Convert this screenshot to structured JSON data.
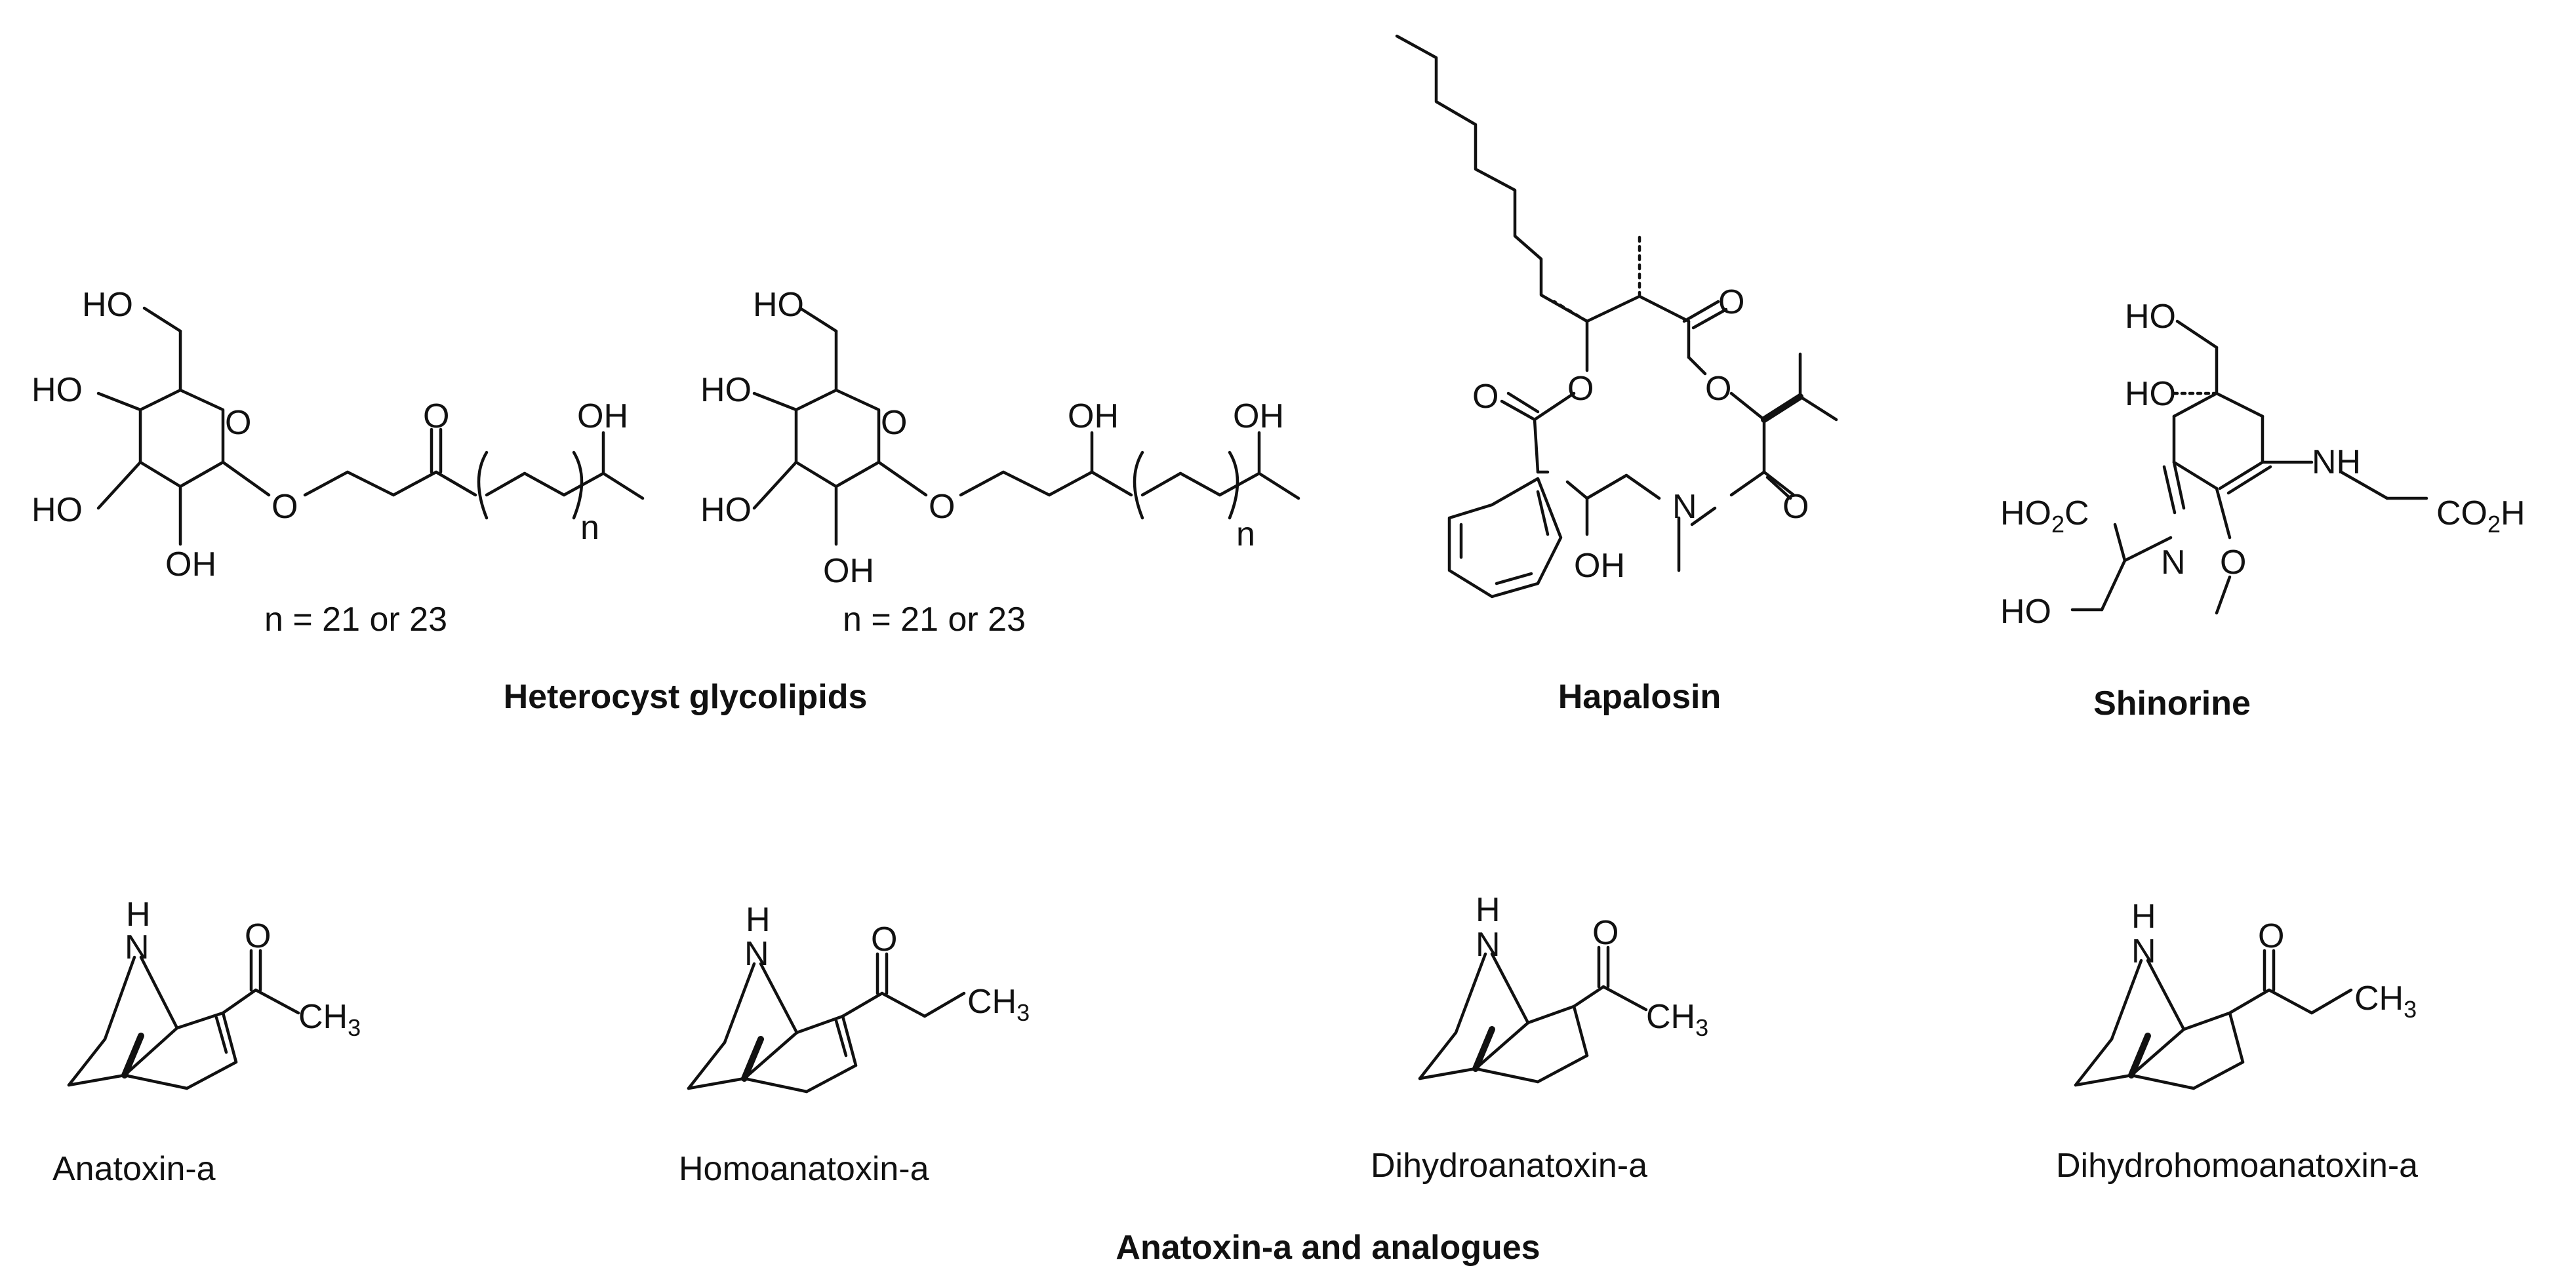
{
  "captions": {
    "heterocyst": "Heterocyst glycolipids",
    "hapalosin": "Hapalosin",
    "shinorine": "Shinorine",
    "anatoxin_group": "Anatoxin-a and analogues"
  },
  "glycolipid_1": {
    "n_label": "n = 21 or 23",
    "atoms": {
      "ho_top": "HO",
      "ho_left": "HO",
      "ho_low": "HO",
      "oh_bottom": "OH",
      "ring_o": "O",
      "glyco_o": "O",
      "keto_o": "O",
      "oh_tail": "OH",
      "n": "n"
    }
  },
  "glycolipid_2": {
    "n_label": "n = 21 or 23",
    "atoms": {
      "ho_top": "HO",
      "ho_left": "HO",
      "ho_low": "HO",
      "oh_bottom": "OH",
      "ring_o": "O",
      "glyco_o": "O",
      "oh_mid": "OH",
      "oh_tail": "OH",
      "n": "n"
    }
  },
  "hapalosin": {
    "atoms": {
      "o_ketone_right": "O",
      "o_ester_left": "O",
      "o_ester_right": "O",
      "o_ester_carbonyl": "O",
      "n": "N",
      "o_amide": "O",
      "oh": "OH"
    }
  },
  "shinorine": {
    "atoms": {
      "ho_top": "HO",
      "ho_quat": "HO",
      "nh": "NH",
      "ho2c": "HO",
      "co2h": "CO",
      "imine_n": "N",
      "ome_o": "O",
      "ho_bottom": "HO"
    },
    "subscripts": {
      "ho2c_sub": "2",
      "ho2c_tail": "C",
      "co2h_sub": "2",
      "co2h_tail": "H"
    }
  },
  "anatoxins": [
    {
      "name": "Anatoxin-a",
      "h": "H",
      "n": "N",
      "o": "O",
      "group": "CH",
      "sub": "3"
    },
    {
      "name": "Homoanatoxin-a",
      "h": "H",
      "n": "N",
      "o": "O",
      "group": "CH",
      "sub": "3"
    },
    {
      "name": "Dihydroanatoxin-a",
      "h": "H",
      "n": "N",
      "o": "O",
      "group": "CH",
      "sub": "3"
    },
    {
      "name": "Dihydrohomoanatoxin-a",
      "h": "H",
      "n": "N",
      "o": "O",
      "group": "CH",
      "sub": "3"
    }
  ]
}
